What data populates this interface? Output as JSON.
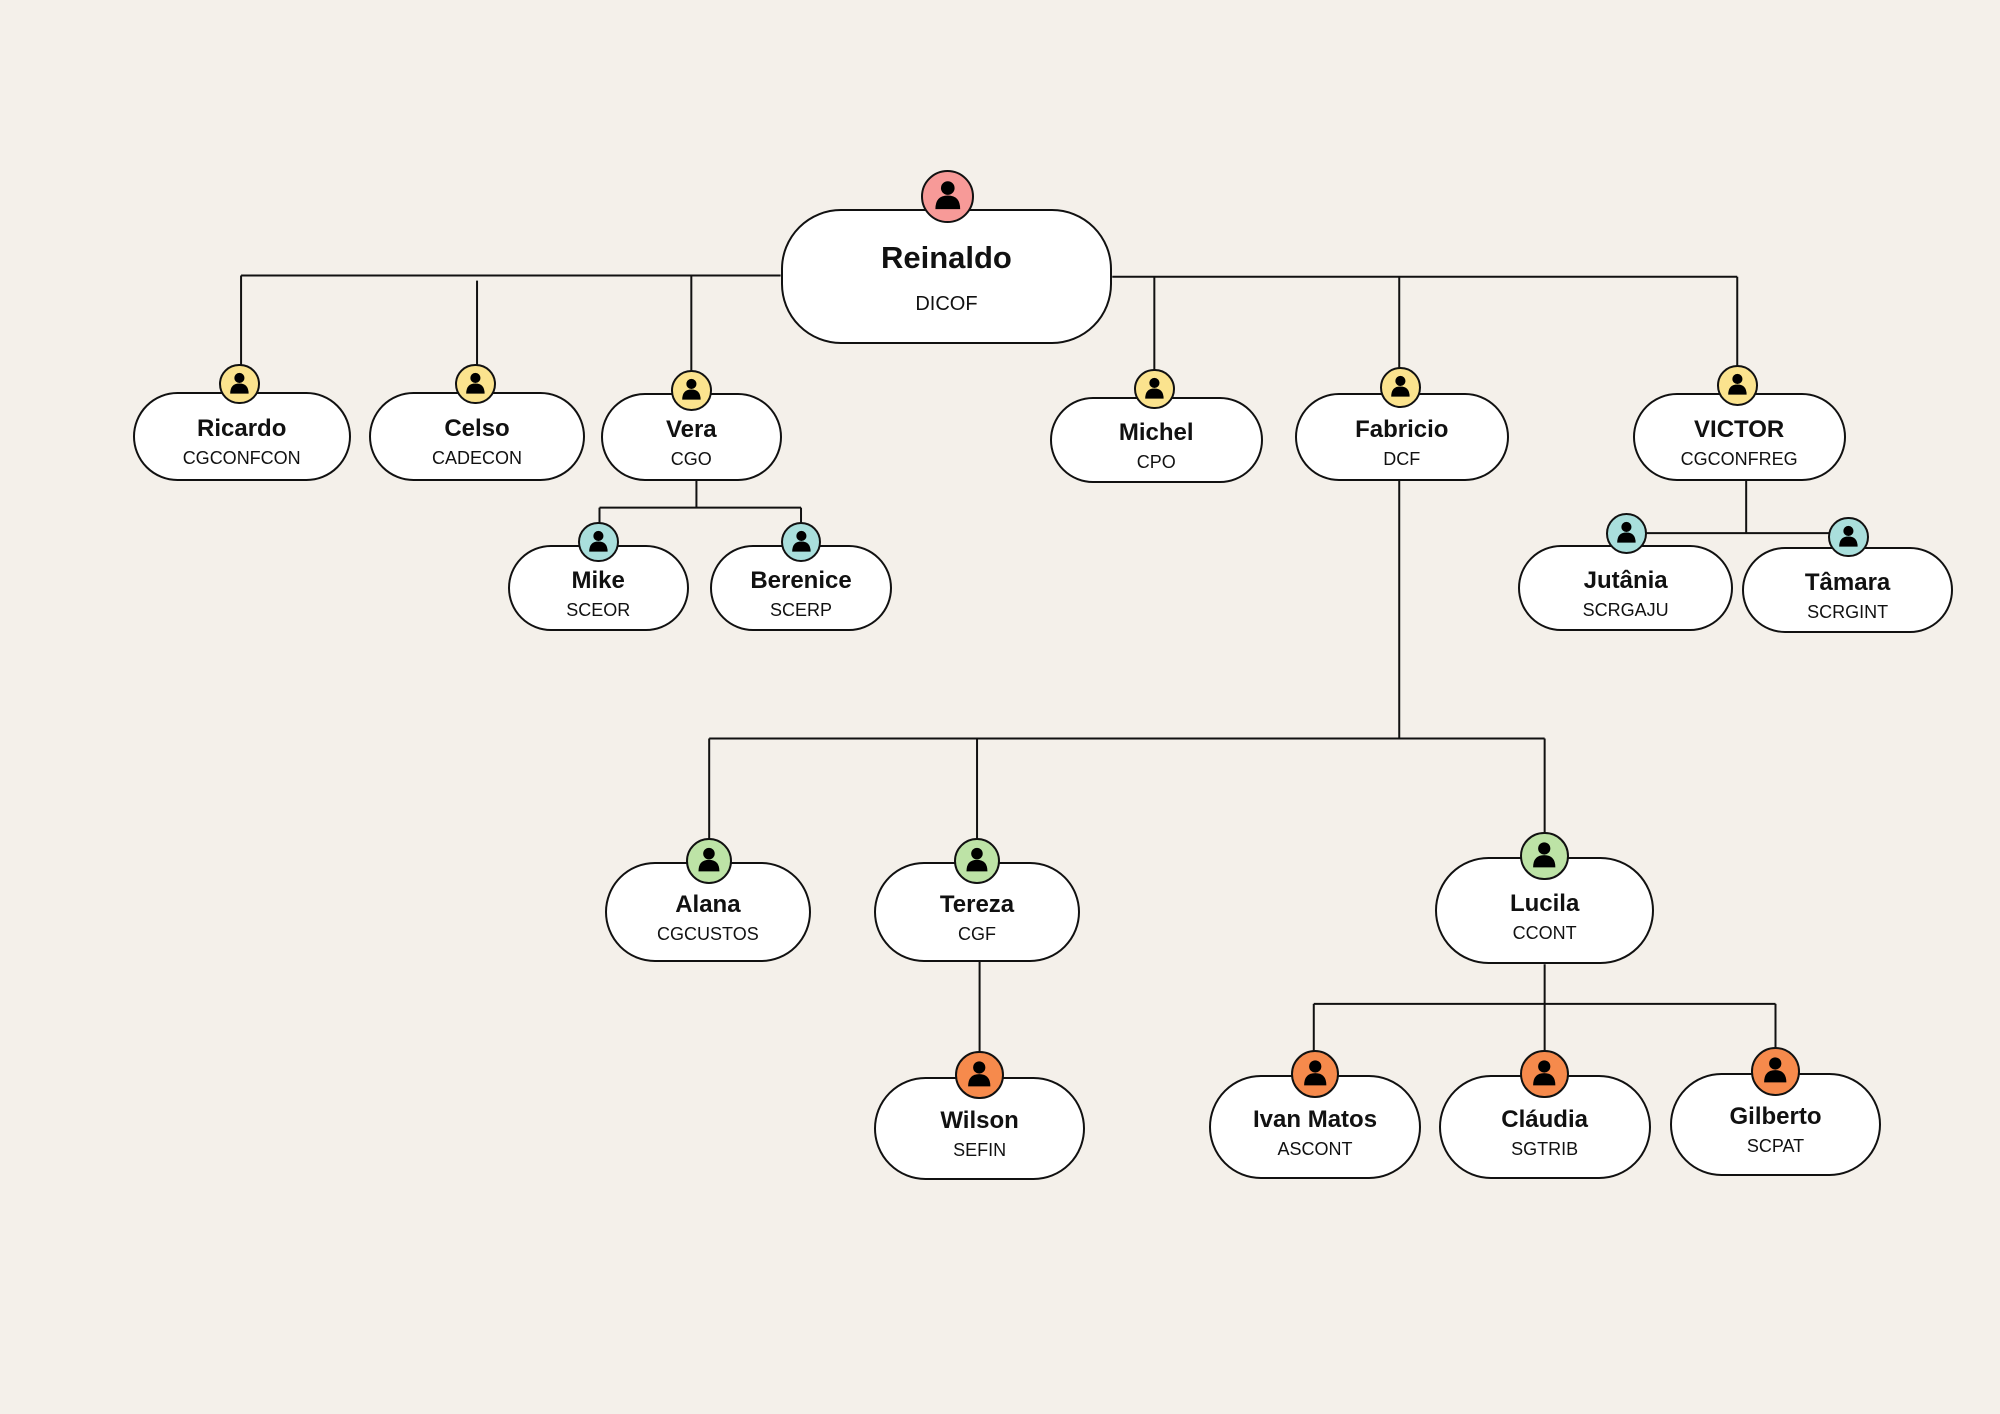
{
  "colors": {
    "background": "#f4f0ea",
    "director": "#f79a98",
    "coordinator": "#fbe38e",
    "service_blue": "#a9dfdc",
    "general": "#bde3a6",
    "sub": "#f68a4c"
  },
  "nodes": [
    {
      "id": "reinaldo",
      "name": "Reinaldo",
      "code": "DICOF",
      "color": "#f79a98"
    },
    {
      "id": "ricardo",
      "name": "Ricardo",
      "code": "CGCONFCON",
      "color": "#fbe38e"
    },
    {
      "id": "celso",
      "name": "Celso",
      "code": "CADECON",
      "color": "#fbe38e"
    },
    {
      "id": "vera",
      "name": "Vera",
      "code": "CGO",
      "color": "#fbe38e"
    },
    {
      "id": "mike",
      "name": "Mike",
      "code": "SCEOR",
      "color": "#a9dfdc"
    },
    {
      "id": "berenice",
      "name": "Berenice",
      "code": "SCERP",
      "color": "#a9dfdc"
    },
    {
      "id": "michel",
      "name": "Michel",
      "code": "CPO",
      "color": "#fbe38e"
    },
    {
      "id": "fabricio",
      "name": "Fabricio",
      "code": "DCF",
      "color": "#fbe38e"
    },
    {
      "id": "victor",
      "name": "VICTOR",
      "code": "CGCONFREG",
      "color": "#fbe38e"
    },
    {
      "id": "jutania",
      "name": "Jutânia",
      "code": "SCRGAJU",
      "color": "#a9dfdc"
    },
    {
      "id": "tamara",
      "name": "Tâmara",
      "code": "SCRGINT",
      "color": "#a9dfdc"
    },
    {
      "id": "alana",
      "name": "Alana",
      "code": "CGCUSTOS",
      "color": "#bde3a6"
    },
    {
      "id": "tereza",
      "name": "Tereza",
      "code": "CGF",
      "color": "#bde3a6"
    },
    {
      "id": "lucila",
      "name": "Lucila",
      "code": "CCONT",
      "color": "#bde3a6"
    },
    {
      "id": "wilson",
      "name": "Wilson",
      "code": "SEFIN",
      "color": "#f68a4c"
    },
    {
      "id": "ivan",
      "name": "Ivan Matos",
      "code": "ASCONT",
      "color": "#f68a4c"
    },
    {
      "id": "claudia",
      "name": "Cláudia",
      "code": "SGTRIB",
      "color": "#f68a4c"
    },
    {
      "id": "gilberto",
      "name": "Gilberto",
      "code": "SCPAT",
      "color": "#f68a4c"
    }
  ]
}
